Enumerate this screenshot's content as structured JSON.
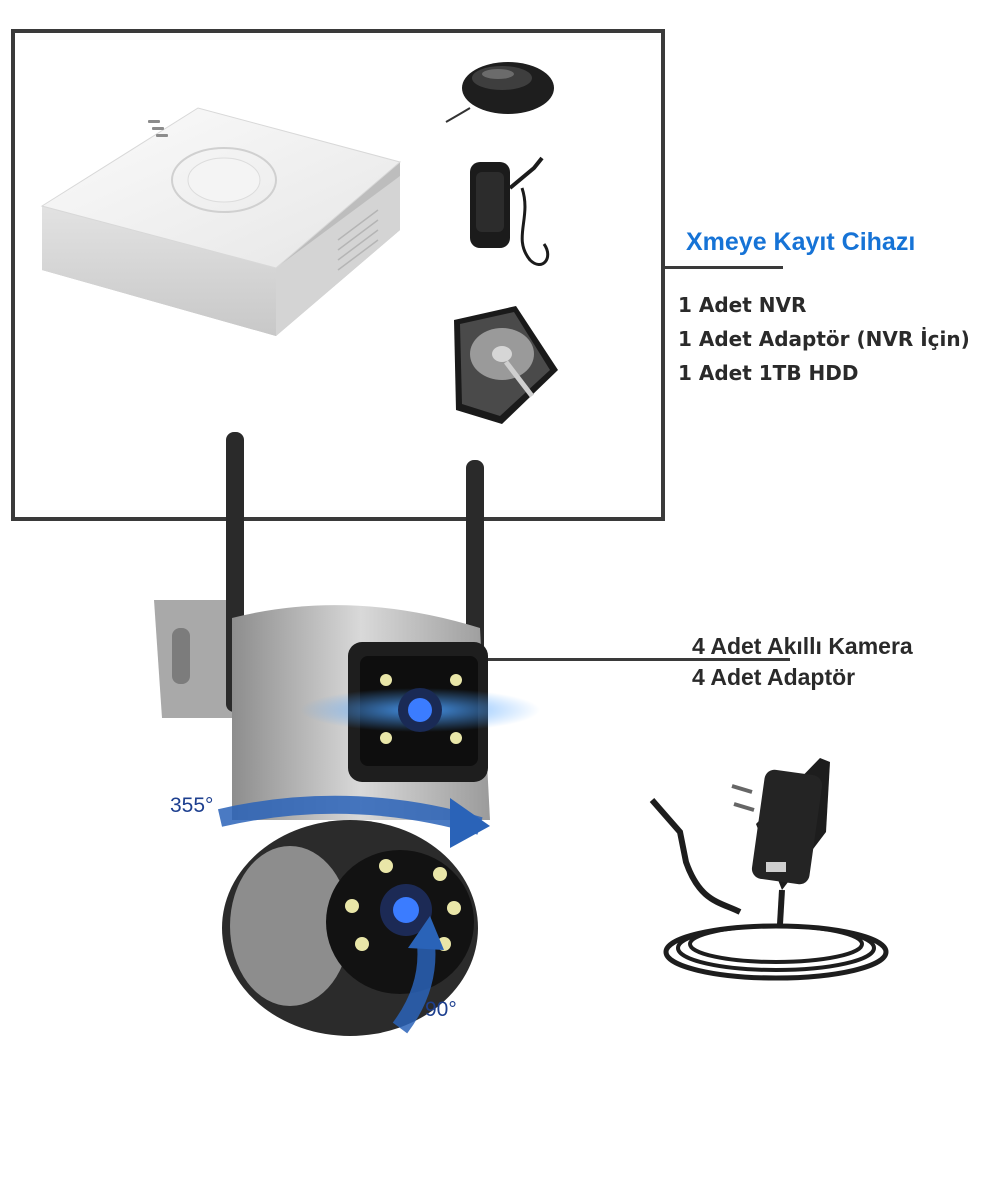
{
  "kit": {
    "title": "Xmeye Kayıt Cihazı",
    "items": [
      "1 Adet NVR",
      "1 Adet Adaptör (NVR İçin)",
      "1 Adet 1TB HDD"
    ]
  },
  "camera": {
    "items": [
      "4 Adet Akıllı Kamera",
      "4 Adet Adaptör"
    ],
    "pan_label": "355°",
    "tilt_label": "90°"
  },
  "colors": {
    "title_blue": "#1673d6",
    "angle_blue": "#1d3f8f",
    "frame": "#3a3a3a"
  },
  "icons": [
    "nvr-recorder-icon",
    "mouse-icon",
    "power-adapter-icon",
    "hard-drive-icon",
    "ptz-camera-icon",
    "camera-adapter-icon"
  ]
}
